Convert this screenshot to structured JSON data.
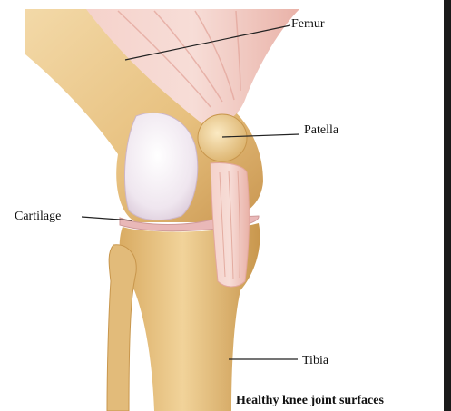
{
  "labels": {
    "femur": "Femur",
    "patella": "Patella",
    "cartilage": "Cartilage",
    "tibia": "Tibia"
  },
  "caption": "Healthy knee joint surfaces",
  "colors": {
    "bone": "#e8c98a",
    "bone_shadow": "#c99a52",
    "cartilage": "#f2e8ee",
    "tendon": "#f0c4bc",
    "tendon_stripe": "#e4a89f",
    "menisci": "#e9b8b8",
    "leader_line": "#222222"
  }
}
